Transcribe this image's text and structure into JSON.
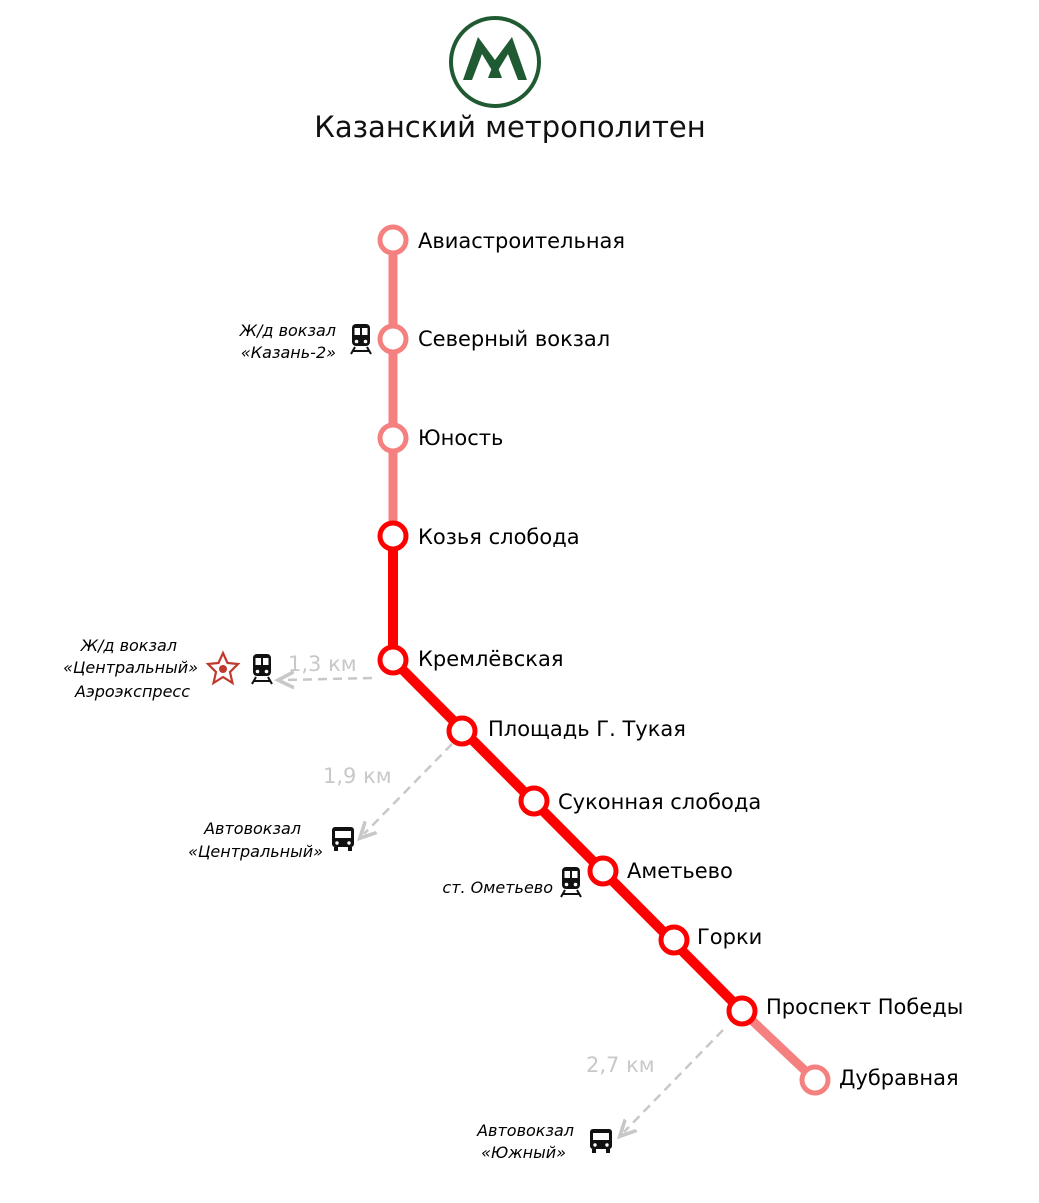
{
  "title": "Казанский метрополитен",
  "colors": {
    "line_built": "#ff0000",
    "line_planned": "#f58080",
    "logo_green": "#1f5a32",
    "dashed": "#c8c8c8",
    "star": "#c0392b"
  },
  "logo": {
    "letter": "M",
    "icon": "kazan-metro-logo"
  },
  "stations": [
    {
      "name": "Авиастроительная",
      "status": "planned"
    },
    {
      "name": "Северный вокзал",
      "status": "planned"
    },
    {
      "name": "Юность",
      "status": "planned"
    },
    {
      "name": "Козья слобода",
      "status": "open"
    },
    {
      "name": "Кремлёвская",
      "status": "open"
    },
    {
      "name": "Площадь Г. Тукая",
      "status": "open"
    },
    {
      "name": "Суконная слобода",
      "status": "open"
    },
    {
      "name": "Аметьево",
      "status": "open"
    },
    {
      "name": "Горки",
      "status": "open"
    },
    {
      "name": "Проспект Победы",
      "status": "open"
    },
    {
      "name": "Дубравная",
      "status": "planned"
    }
  ],
  "transfers": {
    "kazan2": {
      "line1": "Ж/д вокзал",
      "line2": "«Казань-2»",
      "icon": "train-icon"
    },
    "central_rail": {
      "line1": "Ж/д вокзал",
      "line2": "«Центральный»",
      "line3": "Аэроэкспресс",
      "distance": "1,3 км",
      "icons": [
        "aeroexpress-star-icon",
        "train-icon"
      ]
    },
    "central_bus": {
      "line1": "Автовокзал",
      "line2": "«Центральный»",
      "distance": "1,9 км",
      "icon": "bus-icon"
    },
    "ometyevo": {
      "line1": "ст. Ометьево",
      "icon": "train-icon"
    },
    "south_bus": {
      "line1": "Автовокзал",
      "line2": "«Южный»",
      "distance": "2,7 км",
      "icon": "bus-icon"
    }
  }
}
